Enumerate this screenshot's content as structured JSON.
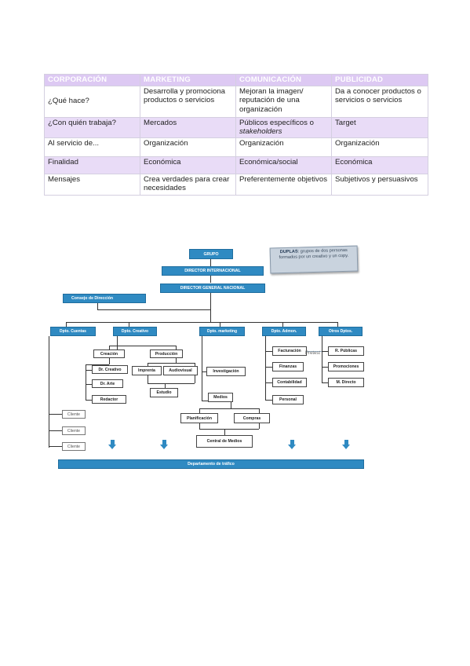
{
  "table": {
    "headers": [
      "CORPORACIÓN",
      "MARKETING",
      "COMUNICACIÓN",
      "PUBLICIDAD"
    ],
    "rows": [
      [
        "¿Qué hace?",
        "Desarrolla y promociona productos o servicios",
        "Mejoran la imagen/ reputación de una organización",
        "Da a conocer productos o servicios o servicios"
      ],
      [
        "¿Con quién trabaja?",
        "Mercados",
        "Públicos específicos o",
        "Target"
      ],
      [
        "Al servicio de...",
        "Organización",
        "Organización",
        "Organización"
      ],
      [
        "Finalidad",
        "Económica",
        "Económica/social",
        "Económica"
      ],
      [
        "Mensajes",
        "Crea verdades para crear necesidades",
        "Preferentemente objetivos",
        "Subjetivos y persuasivos"
      ]
    ],
    "italic_word": "stakeholders"
  },
  "org": {
    "grupo": "GRUPO",
    "director_internacional": "DIRECTOR INTERNACIONAL",
    "director_general": "DIRECTOR GENERAL NACIONAL",
    "consejo": "Consejo de Dirección",
    "note_title": "DUPLAS",
    "note_text": ": grupos de dos personas formados por un creativo y un copy.",
    "departments": [
      "Dpto. Cuentas",
      "Dpto. Creativo",
      "Dpto. marketing",
      "Dpto. Admon.",
      "Otros Dptos."
    ],
    "creativo": {
      "creacion": "Creación",
      "produccion": "Producción",
      "dr_creativo": "Dr. Creativo",
      "dr_arte": "Dr. Arte",
      "redactor": "Redactor",
      "imprenta": "Imprenta",
      "audiovisual": "Audiovisual",
      "estudio": "Estudio"
    },
    "marketing": {
      "investigacion": "Investigación",
      "medios": "Medios",
      "planificacion": "Planificación",
      "compras": "Compras",
      "central": "Central de Medios"
    },
    "admon": [
      "Facturación",
      "Finanzas",
      "Contabilidad",
      "Personal"
    ],
    "otros": [
      "R. Públicas",
      "Promociones",
      "M. Directo"
    ],
    "clientes": [
      "Cliente",
      "Cliente",
      "Cliente"
    ],
    "ghost_label": "Pretest",
    "trafico": "Departamento de tráfico"
  },
  "colors": {
    "header_purple": "#ddc9f3",
    "row_purple": "#e9dcf7",
    "org_blue": "#2f8ac2"
  }
}
